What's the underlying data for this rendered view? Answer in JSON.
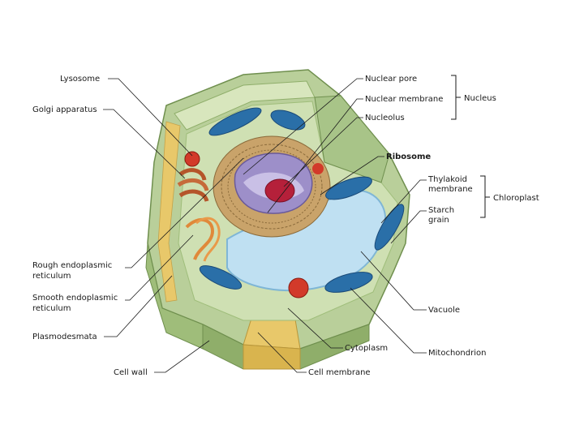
{
  "labels": {
    "lysosome": "Lysosome",
    "golgi": "Golgi apparatus",
    "rough_er_1": "Rough endoplasmic",
    "rough_er_2": "reticulum",
    "smooth_er_1": "Smooth endoplasmic",
    "smooth_er_2": "reticulum",
    "plasmodesmata": "Plasmodesmata",
    "cell_wall": "Cell wall",
    "nuclear_pore": "Nuclear pore",
    "nuclear_membrane": "Nuclear membrane",
    "nucleolus": "Nucleolus",
    "nucleus": "Nucleus",
    "ribosome": "Ribosome",
    "thylakoid_1": "Thylakoid",
    "thylakoid_2": "membrane",
    "starch_1": "Starch",
    "starch_2": "grain",
    "chloroplast": "Chloroplast",
    "vacuole": "Vacuole",
    "cytoplasm": "Cytoplasm",
    "mitochondrion": "Mitochondrion",
    "cell_membrane": "Cell membrane"
  },
  "colors": {
    "cell_wall_outer": "#b9cf9a",
    "cell_wall_side": "#8fae6a",
    "cell_wall_edge": "#6f8f4e",
    "membrane_yellow": "#e8c86a",
    "cytoplasm": "#cfe0b3",
    "vacuole": "#bfe0f2",
    "vacuole_edge": "#7fb6d6",
    "nucleus_envelope": "#c9a36a",
    "nucleus_inner": "#9d8fc9",
    "nucleolus": "#b5203a",
    "mitochondrion": "#2a6fa8",
    "lysosome": "#d23a2a",
    "golgi": "#b5552a",
    "smooth_er": "#e0893a"
  }
}
